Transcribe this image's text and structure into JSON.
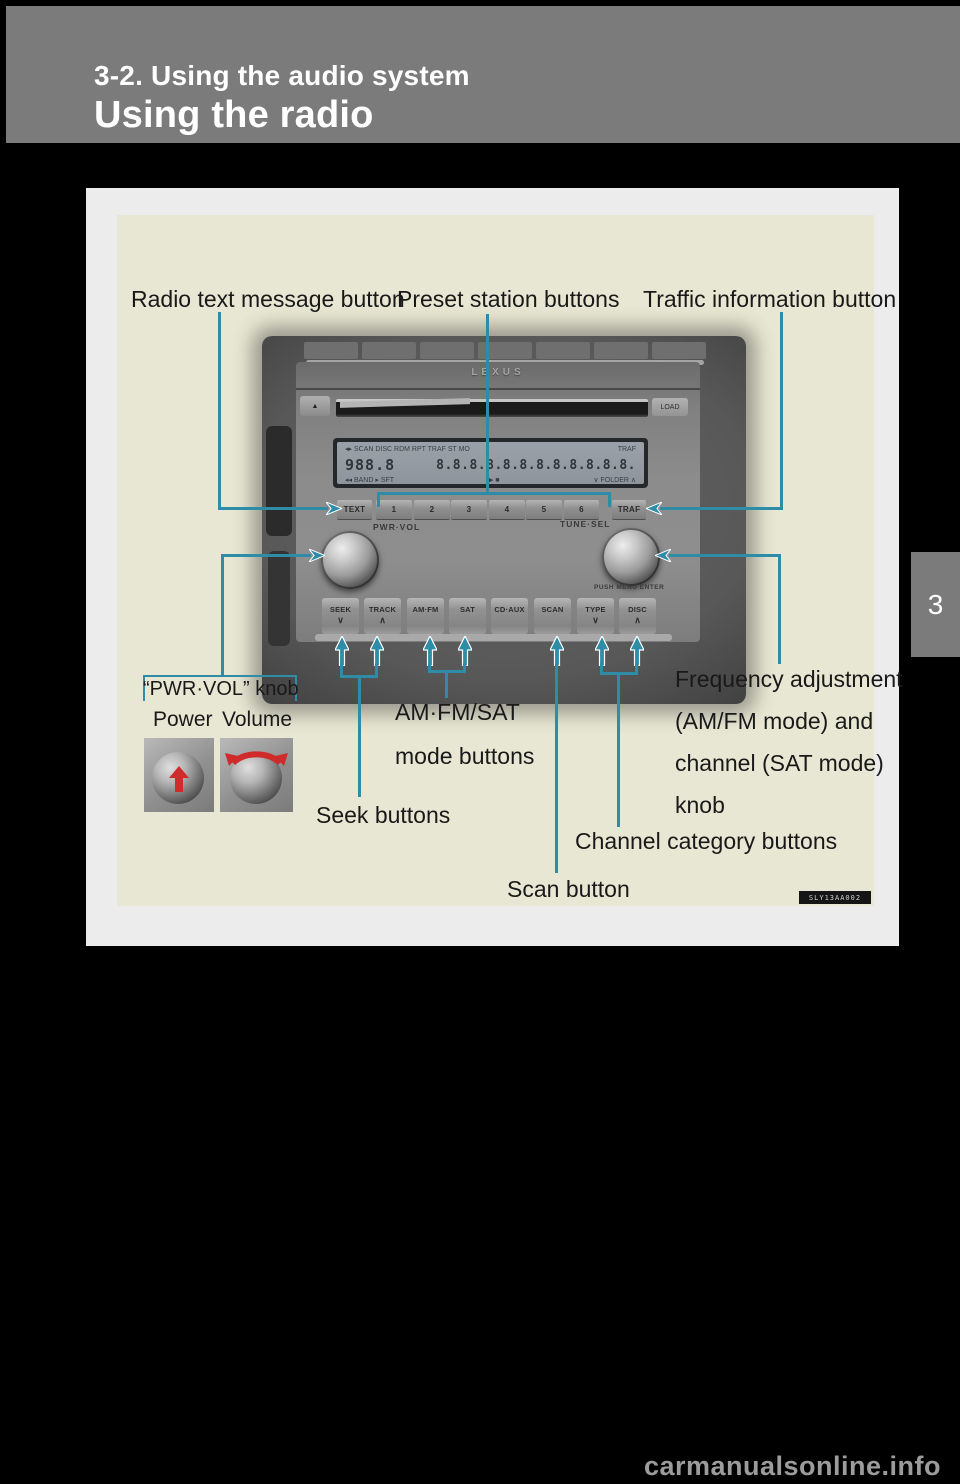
{
  "header": {
    "section": "3-2. Using the audio system",
    "title": "Using the radio"
  },
  "chapter_tab": "3",
  "figure_code": "SLY13AA002",
  "watermark": "carmanualsonline.info",
  "callouts": {
    "radio_text": "Radio text message button",
    "preset": "Preset station buttons",
    "traffic": "Traffic information button",
    "pwr_vol_box": "“PWR·VOL” knob",
    "power": "Power",
    "volume": "Volume",
    "seek": "Seek buttons",
    "am_fm_sat_line1": "AM·FM/SAT",
    "am_fm_sat_line2": "mode buttons",
    "scan": "Scan button",
    "channel": "Channel category buttons",
    "frequency_line1": "Frequency adjustment",
    "frequency_line2": "(AM/FM mode) and",
    "frequency_line3": "channel (SAT mode)",
    "frequency_line4": "knob"
  },
  "radio": {
    "brand": "LEXUS",
    "eject_icon": "▲",
    "load_label": "LOAD",
    "lcd": {
      "row1_left": "◂▸ SCAN DISC RDM RPT TRAF ST MO",
      "row1_right": "TRAF",
      "row2_left": "988.8",
      "row2_right": "8.8.8.8.8.8.8.8.8.8.8.8.",
      "row3_left": "◂◂ BAND ▸ SFT",
      "row3_mid": "▶ ■",
      "row3_right": "∨ FOLDER ∧"
    },
    "preset_row": [
      "TEXT",
      "1",
      "2",
      "3",
      "4",
      "5",
      "6",
      "TRAF"
    ],
    "left_knob_label": "PWR·VOL",
    "right_knob_label": "TUNE·SEL",
    "right_knob_sub": "PUSH MENU ENTER",
    "mode_row": [
      {
        "label": "SEEK",
        "chevron": "∨"
      },
      {
        "label": "TRACK",
        "chevron": "∧"
      },
      {
        "label": "AM·FM",
        "chevron": ""
      },
      {
        "label": "SAT",
        "chevron": ""
      },
      {
        "label": "CD·AUX",
        "chevron": ""
      },
      {
        "label": "SCAN",
        "chevron": ""
      },
      {
        "label": "TYPE",
        "chevron": "∨"
      },
      {
        "label": "DISC",
        "chevron": "∧"
      }
    ]
  },
  "colors": {
    "accent_teal": "#2e8ca6",
    "arrow_red": "#cf2b2b",
    "banner_gray": "#7b7b7b",
    "page_gray": "#ececec",
    "panel_beige": "#e8e7d3",
    "background": "#000000"
  }
}
